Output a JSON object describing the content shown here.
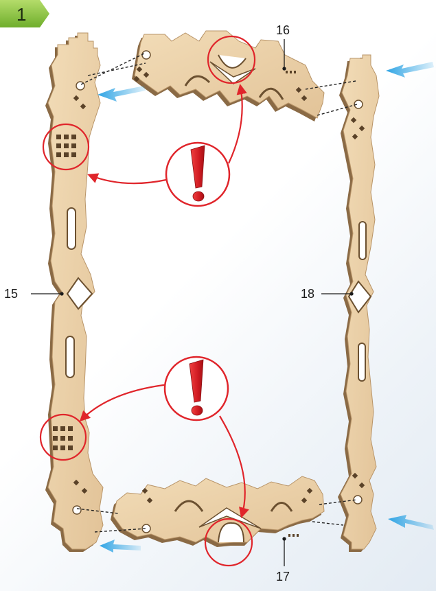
{
  "step": {
    "number": "1"
  },
  "callouts": {
    "part_15": "15",
    "part_16": "16",
    "part_17": "17",
    "part_18": "18"
  },
  "colors": {
    "wood_face": "#ecd3ac",
    "wood_edge": "#8a6a45",
    "warning_red": "#e0252b",
    "arrow_blue": "#38a9e6",
    "step_badge": "#8cc63f"
  },
  "icons": [
    "exclamation-icon",
    "blue-arrow-icon"
  ]
}
